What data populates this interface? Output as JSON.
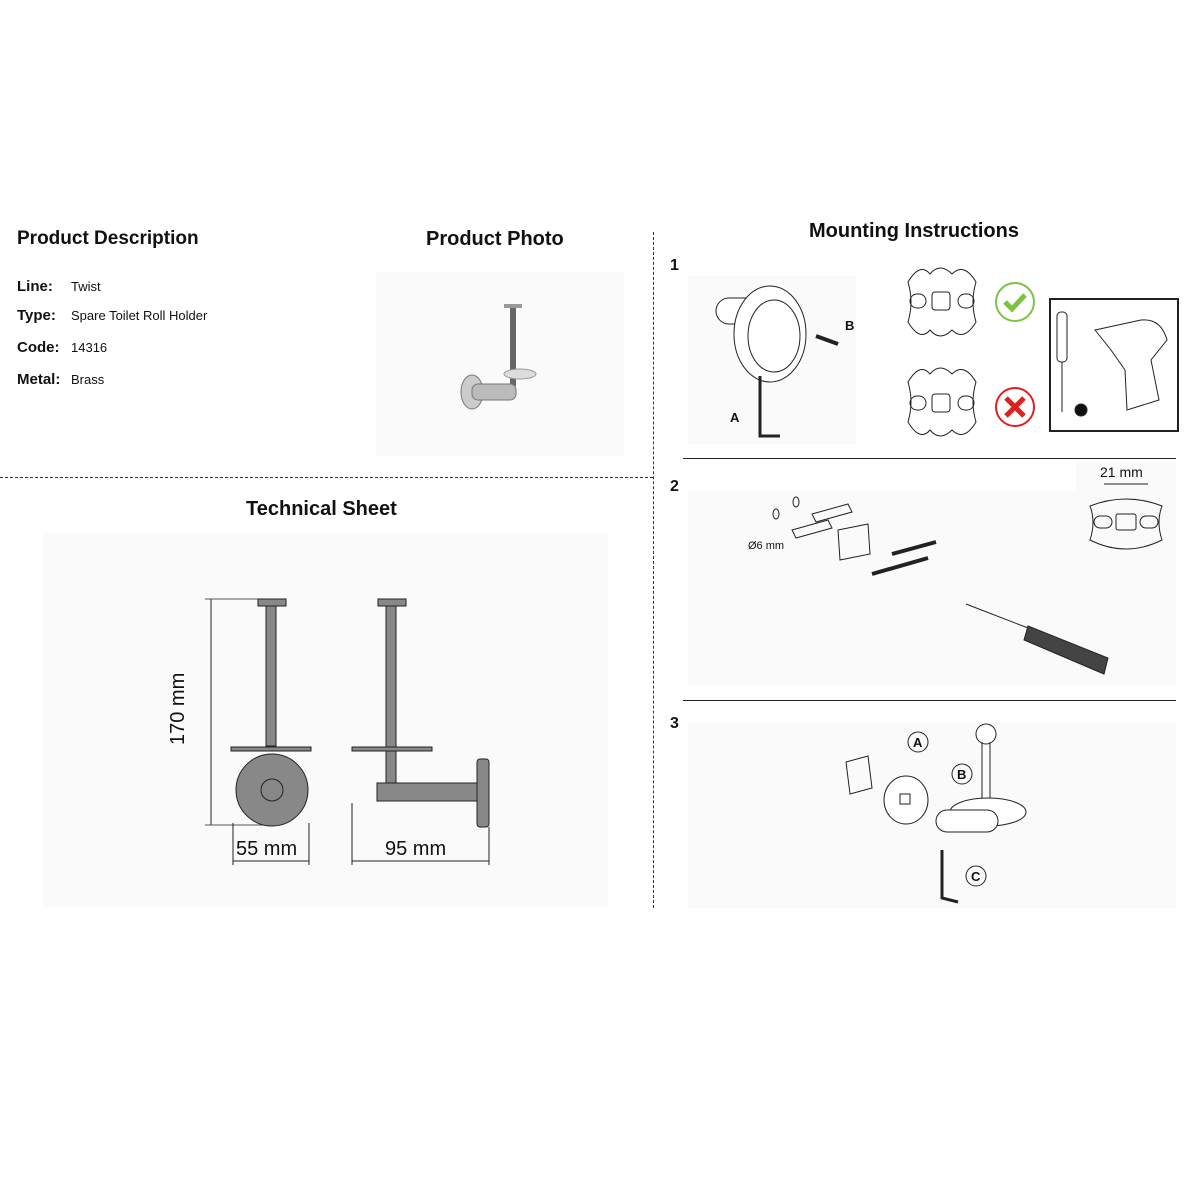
{
  "description": {
    "title": "Product Description",
    "fields": [
      {
        "label": "Line:",
        "value": "Twist"
      },
      {
        "label": "Type:",
        "value": "Spare Toilet Roll Holder"
      },
      {
        "label": "Code:",
        "value": "14316"
      },
      {
        "label": "Metal:",
        "value": "Brass"
      }
    ]
  },
  "photo": {
    "title": "Product Photo"
  },
  "technical": {
    "title": "Technical Sheet",
    "height_dim": "170 mm",
    "width_dim": "55 mm",
    "depth_dim": "95 mm"
  },
  "mounting": {
    "title": "Mounting Instructions",
    "steps": [
      {
        "number": "1",
        "label_a": "A",
        "label_b": "B"
      },
      {
        "number": "2",
        "spacing": "21 mm",
        "drill_diameter": "Ø6 mm"
      },
      {
        "number": "3",
        "label_a": "A",
        "label_b": "B",
        "label_c": "C"
      }
    ],
    "colors": {
      "correct": "#7dc242",
      "wrong": "#e02020"
    }
  }
}
